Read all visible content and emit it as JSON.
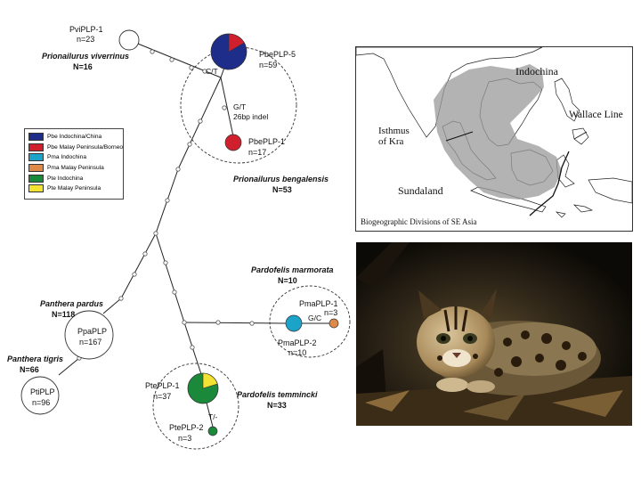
{
  "haplotypes": {
    "pvi1": {
      "name": "PviPLP-1",
      "n": "n=23"
    },
    "pbe5": {
      "name": "PbePLP-5",
      "n": "n=59"
    },
    "pbe1": {
      "name": "PbePLP-1",
      "n": "n=17"
    },
    "ppa": {
      "name": "PpaPLP",
      "n": "n=167"
    },
    "pti": {
      "name": "PtiPLP",
      "n": "n=96"
    },
    "pma1": {
      "name": "PmaPLP-1",
      "n": "n=3"
    },
    "pma2": {
      "name": "PmaPLP-2",
      "n": "n=10"
    },
    "pte1": {
      "name": "PtePLP-1",
      "n": "n=37"
    },
    "pte2": {
      "name": "PtePLP-2",
      "n": "n=3"
    }
  },
  "species": {
    "viverrinus": {
      "name": "Prionailurus viverrinus",
      "n": "N=16"
    },
    "bengalensis": {
      "name": "Prionailurus bengalensis",
      "n": "N=53"
    },
    "pardus": {
      "name": "Panthera pardus",
      "n": "N=118"
    },
    "tigris": {
      "name": "Panthera tigris",
      "n": "N=66"
    },
    "marmorata": {
      "name": "Pardofelis marmorata",
      "n": "N=10"
    },
    "temmincki": {
      "name": "Pardofelis temmincki",
      "n": "N=33"
    }
  },
  "mutations": {
    "ct": "C/T",
    "gt": "G/T",
    "indel": "26bp indel",
    "gc": "G/C",
    "t": "T/-"
  },
  "legend": [
    {
      "label": "Pbe Indochina/China",
      "color": "#1f2d8a"
    },
    {
      "label": "Pbe Malay Peninsula/Borneo",
      "color": "#d0202e"
    },
    {
      "label": "Pma Indochina",
      "color": "#1ca3c9"
    },
    {
      "label": "Pma Malay Peninsula",
      "color": "#e08a4a"
    },
    {
      "label": "Pte Indochina",
      "color": "#1a8a3a"
    },
    {
      "label": "Pte Malay Peninsula",
      "color": "#f2e332"
    }
  ],
  "map": {
    "caption": "Biogeographic Divisions of SE Asia",
    "regions": {
      "indochina": "Indochina",
      "kra": "Isthmus\nof Kra",
      "wallace": "Wallace Line",
      "sundaland": "Sundaland"
    }
  },
  "photo": {
    "subject": "leopard cat"
  }
}
